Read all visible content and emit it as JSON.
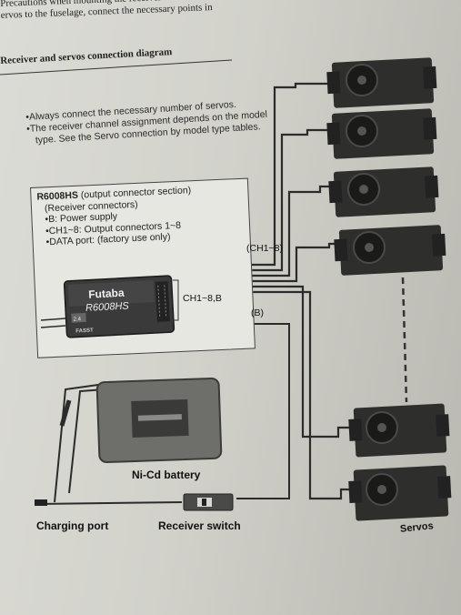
{
  "header": {
    "line1": "Precautions when mounting the receiver",
    "line2": "ervos to the fuselage, connect the necessary points in"
  },
  "section_title": "Receiver and servos connection diagram",
  "notes": [
    "•Always connect the necessary number of servos.",
    "•The receiver channel assignment depends on the model type. See the Servo connection by model type tables."
  ],
  "spec_box": {
    "model": "R6008HS",
    "model_suffix": " (output connector section)",
    "lines": [
      "(Receiver connectors)",
      "•B: Power supply",
      "•CH1~8: Output connectors 1~8",
      "•DATA port: (factory use only)"
    ]
  },
  "receiver": {
    "brand": "Futaba",
    "model": "R6008HS",
    "badge": "2.4",
    "sub_label": "FASST"
  },
  "labels": {
    "ch18_bracket": "CH1~8,B",
    "ch18_wires": "(CH1~8)",
    "b_wire": "(B)",
    "battery": "Ni-Cd battery",
    "charging_port": "Charging port",
    "receiver_switch": "Receiver switch",
    "servos": "Servos"
  },
  "colors": {
    "wire": "#2b2b2b",
    "servo_dark": "#2e2e2c",
    "battery": "#6a6a66",
    "receiver": "#3a3a3a"
  }
}
